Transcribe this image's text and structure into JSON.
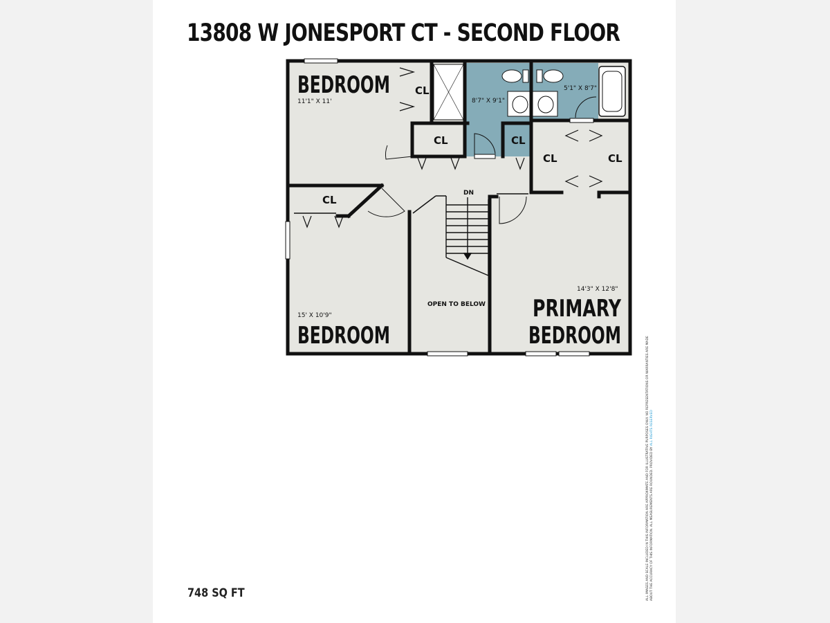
{
  "title": "13808 W JONESPORT CT - SECOND FLOOR",
  "area": "748 SQ FT",
  "rooms": {
    "bedroom_top": {
      "name": "BEDROOM",
      "dims": "11'1\" X 11'"
    },
    "bedroom_bottom": {
      "name": "BEDROOM",
      "dims": "15' X 10'9\""
    },
    "primary": {
      "name_line1": "PRIMARY",
      "name_line2": "BEDROOM",
      "dims": "14'3\" X 12'8\""
    },
    "bath_main": {
      "dims": "8'7\" X 9'1\""
    },
    "bath_small": {
      "dims": "5'1\" X 8'7\""
    },
    "stairs": {
      "label": "DN"
    },
    "open_below": {
      "label": "OPEN TO BELOW"
    }
  },
  "closet_label": "CL",
  "disclaimer": {
    "line1": "ALL IMAGES AND SCALE INCLUDED IN THIS INFORMATION ARE APPROXIMATE AND FOR ILLUSTRATIVE PURPOSES ONLY. NO REPRESENTATIONS OR WARRANTIES ARE MADE",
    "line2": "ABOUT THE ACCURACY OF THIS INFORMATION. ALL MEASUREMENTS ARE ROUNDED. PROVIDED BY",
    "link": "ALL RIGHTS RESERVED"
  },
  "colors": {
    "floor": "#e6e6e1",
    "bath": "#85acb8",
    "wall": "#111111"
  }
}
